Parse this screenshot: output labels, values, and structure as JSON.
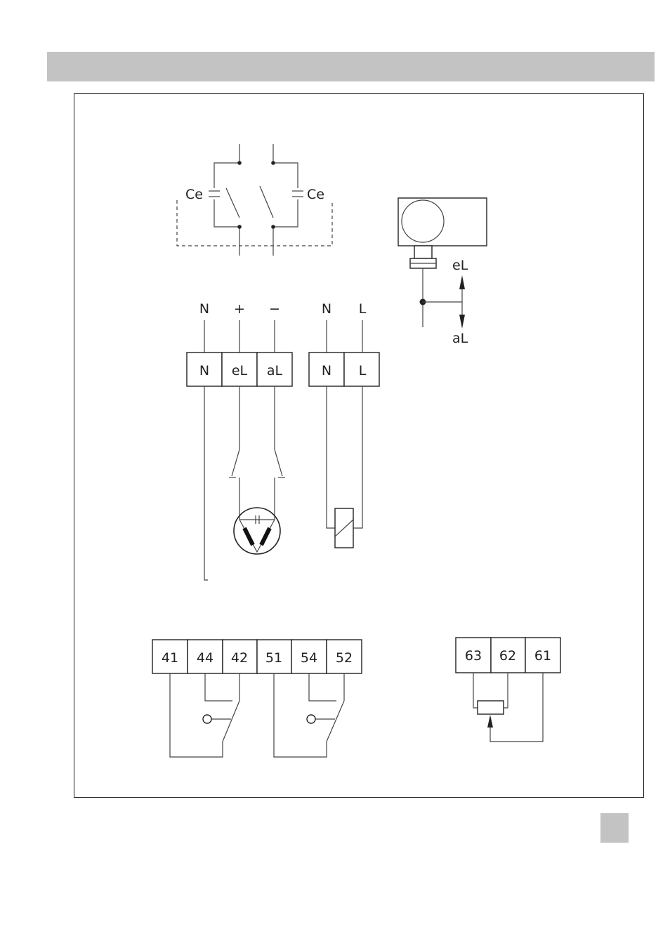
{
  "switch_block": {
    "capacitor_left": "Ce",
    "capacitor_right": "Ce"
  },
  "limit_sensor": {
    "label_top": "eL",
    "label_bottom": "aL"
  },
  "supply_labels": {
    "n_dc": "N",
    "plus": "+",
    "minus": "−",
    "n_ac": "N",
    "l_ac": "L"
  },
  "terminal_block_dc": [
    "N",
    "eL",
    "aL"
  ],
  "terminal_block_ac": [
    "N",
    "L"
  ],
  "terminal_block_switches": [
    "41",
    "44",
    "42",
    "51",
    "54",
    "52"
  ],
  "terminal_block_potentiometer": [
    "63",
    "62",
    "61"
  ]
}
